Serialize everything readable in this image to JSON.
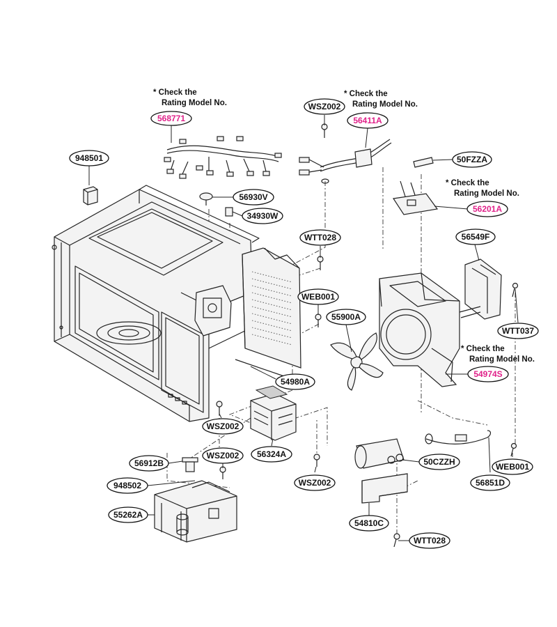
{
  "notes": [
    {
      "line1": "* Check the",
      "line2": "Rating Model No."
    },
    {
      "line1": "* Check the",
      "line2": "Rating Model No."
    },
    {
      "line1": "* Check the",
      "line2": "Rating Model No."
    },
    {
      "line1": "* Check the",
      "line2": "Rating Model No."
    }
  ],
  "parts": [
    {
      "code": "568771",
      "highlight": true
    },
    {
      "code": "WSZ002",
      "highlight": false
    },
    {
      "code": "56411A",
      "highlight": true
    },
    {
      "code": "948501",
      "highlight": false
    },
    {
      "code": "50FZZA",
      "highlight": false
    },
    {
      "code": "56930V",
      "highlight": false
    },
    {
      "code": "34930W",
      "highlight": false
    },
    {
      "code": "56201A",
      "highlight": true
    },
    {
      "code": "WTT028",
      "highlight": false
    },
    {
      "code": "56549F",
      "highlight": false
    },
    {
      "code": "WEB001",
      "highlight": false
    },
    {
      "code": "55900A",
      "highlight": false
    },
    {
      "code": "WTT037",
      "highlight": false
    },
    {
      "code": "54974S",
      "highlight": true
    },
    {
      "code": "54980A",
      "highlight": false
    },
    {
      "code": "WSZ002",
      "highlight": false
    },
    {
      "code": "56324A",
      "highlight": false
    },
    {
      "code": "56912B",
      "highlight": false
    },
    {
      "code": "WSZ002",
      "highlight": false
    },
    {
      "code": "50CZZH",
      "highlight": false
    },
    {
      "code": "WEB001",
      "highlight": false
    },
    {
      "code": "948502",
      "highlight": false
    },
    {
      "code": "WSZ002",
      "highlight": false
    },
    {
      "code": "56851D",
      "highlight": false
    },
    {
      "code": "55262A",
      "highlight": false
    },
    {
      "code": "54810C",
      "highlight": false
    },
    {
      "code": "WTT028",
      "highlight": false
    }
  ],
  "colors": {
    "highlight": "#e0228a",
    "normal": "#111111"
  }
}
